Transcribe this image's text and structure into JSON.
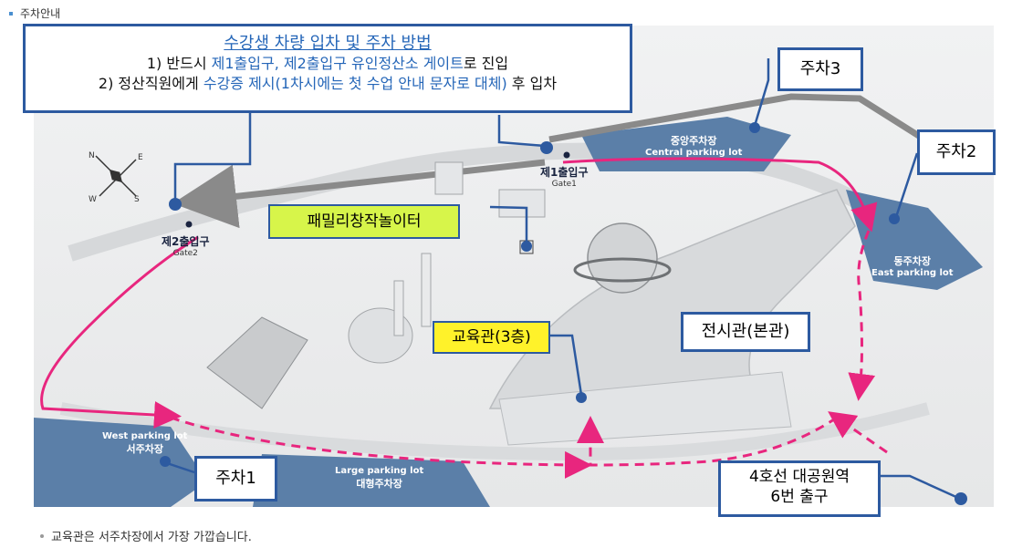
{
  "section_title": "주차안내",
  "instructions": {
    "title": "수강생 차량 입차 및 주차 방법",
    "line1_prefix": "1) 반드시 ",
    "line1_highlight": "제1출입구, 제2출입구 유인정산소 게이트",
    "line1_suffix": "로 진입",
    "line2_prefix": "2) 정산직원에게 ",
    "line2_highlight": "수강증 제시(1차시에는 첫 수업 안내 문자로 대체)",
    "line2_suffix": " 후 입차"
  },
  "labels": {
    "family_playground": "패밀리창작놀이터",
    "education_hall": "교육관(3층)",
    "exhibition_hall": "전시관(본관)",
    "parking3": "주차3",
    "parking2": "주차2",
    "parking1": "주차1",
    "station_line1": "4호선 대공원역",
    "station_line2": "6번 출구"
  },
  "gates": {
    "gate1_ko": "제1출입구",
    "gate1_en": "Gate1",
    "gate2_ko": "제2출입구",
    "gate2_en": "Gate2"
  },
  "lots": {
    "central_ko": "중앙주차장",
    "central_en": "Central parking lot",
    "east_ko": "동주차장",
    "east_en": "East parking lot",
    "west_en": "West parking lot",
    "west_ko": "서주차장",
    "large_en": "Large parking lot",
    "large_ko": "대형주차장"
  },
  "compass": {
    "n": "N",
    "e": "E",
    "s": "S",
    "w": "W"
  },
  "note": "교육관은 서주차장에서 가장 가깝습니다.",
  "colors": {
    "route": "#e8267e",
    "callout_border": "#2d5aa0",
    "parking_lot": "#5b7fa8",
    "highlight_text": "#2566b8"
  }
}
